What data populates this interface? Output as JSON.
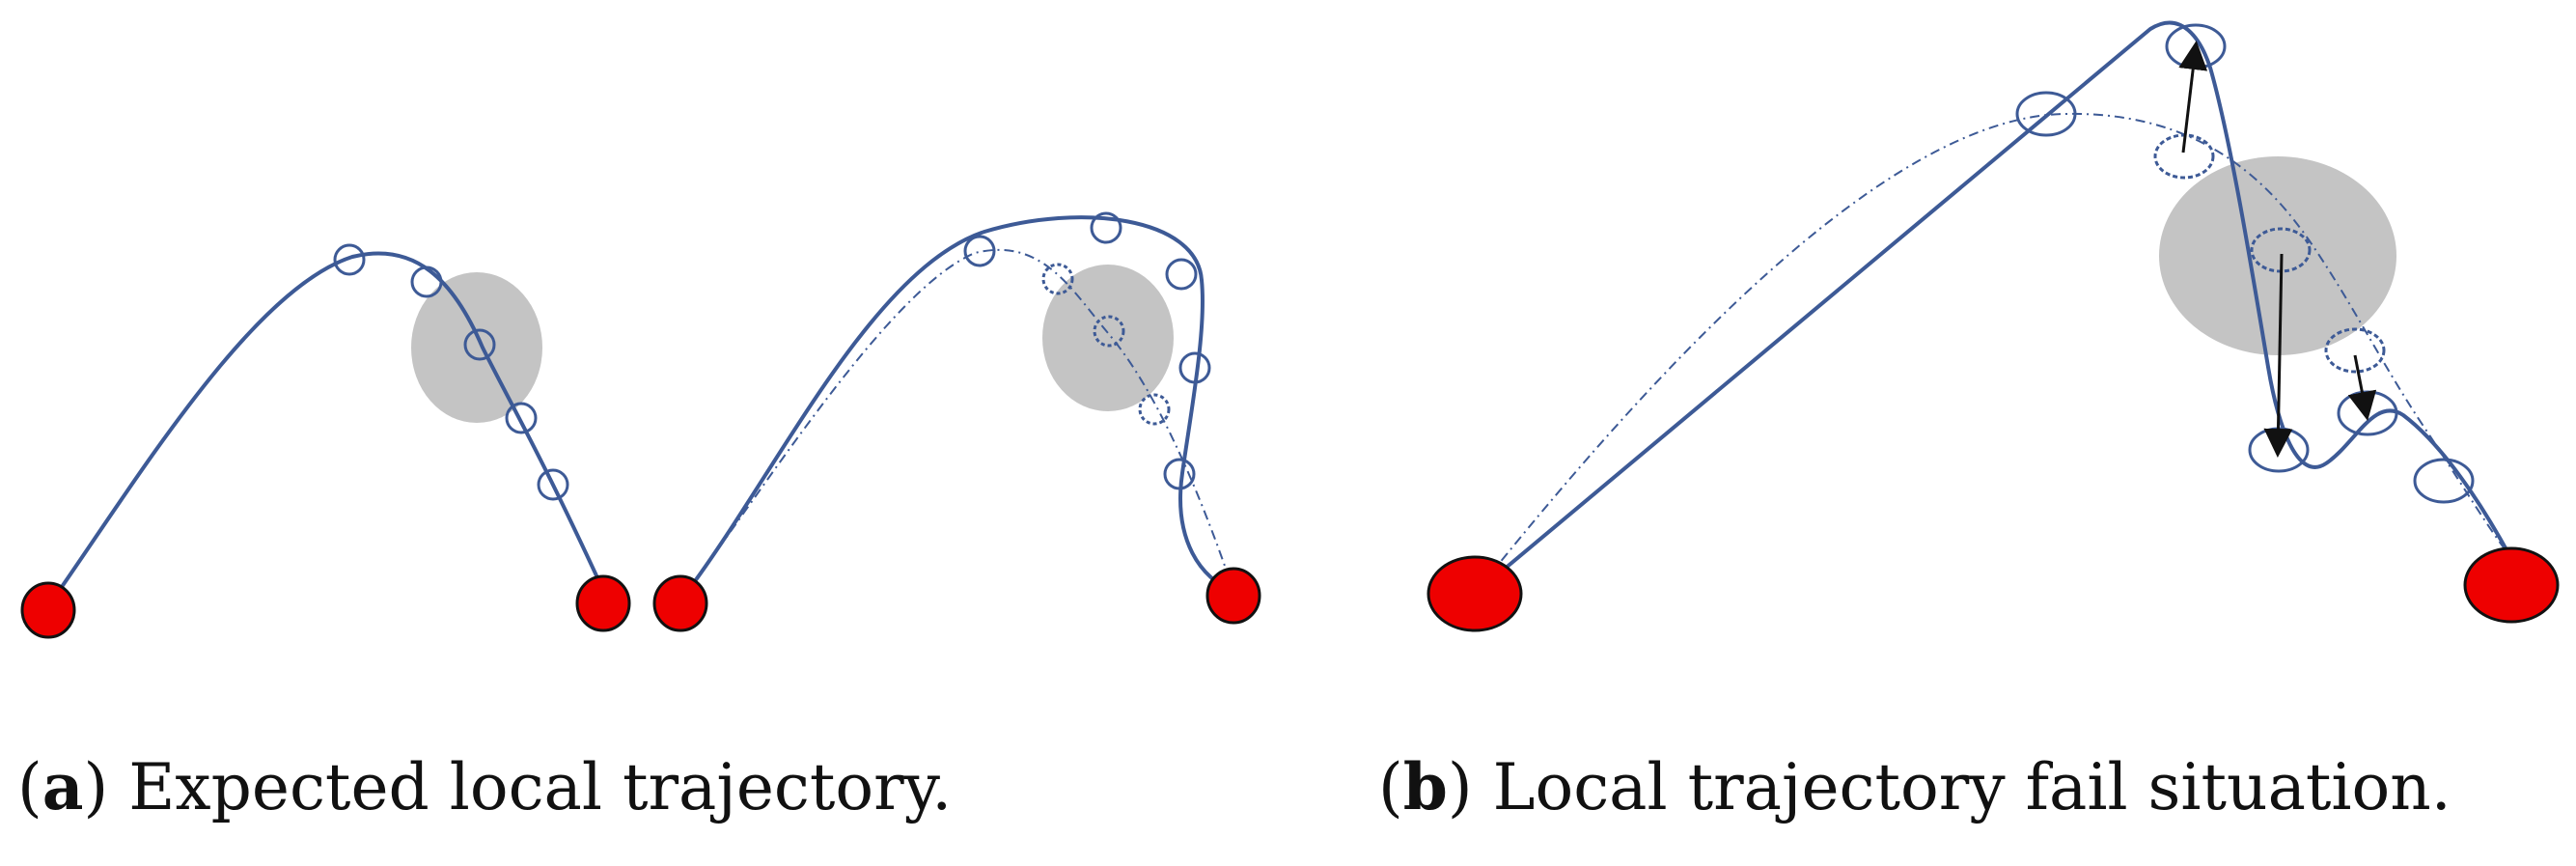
{
  "colors": {
    "trajectory": "#3d5a96",
    "endpoint_fill": "#ee0000",
    "endpoint_stroke": "#111111",
    "obstacle": "#c4c4c4",
    "arrow": "#111111"
  },
  "captions": {
    "a": {
      "letter": "a",
      "text": "Expected local trajectory."
    },
    "b": {
      "letter": "b",
      "text": "Local trajectory fail situation."
    }
  }
}
